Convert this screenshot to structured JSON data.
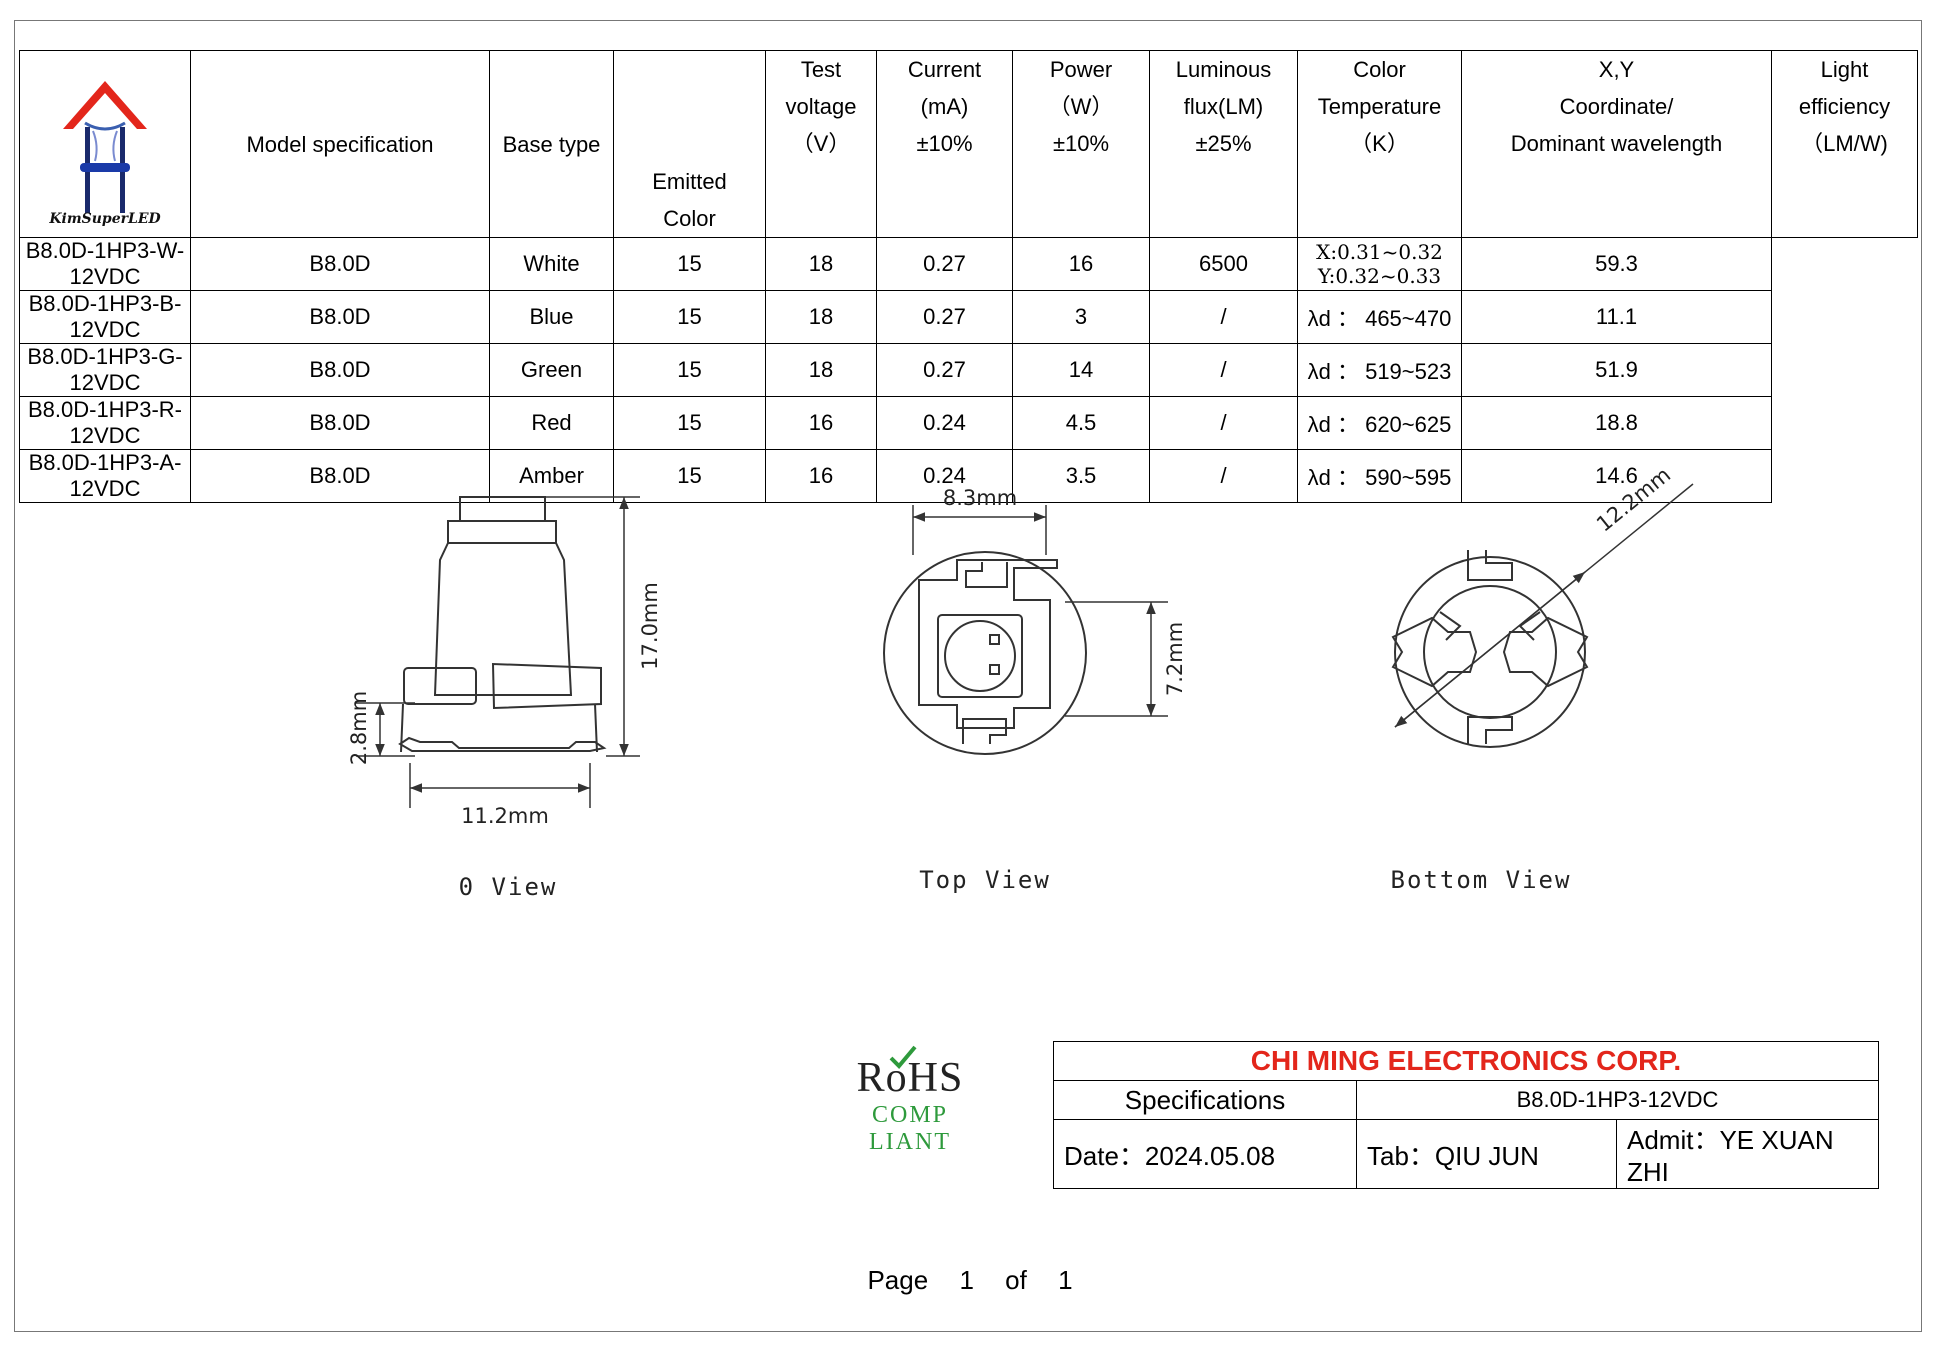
{
  "logo": {
    "brand": "KimSuperLED"
  },
  "spec_table": {
    "headers": {
      "model": "Model specification",
      "base": "Base type",
      "emitted": [
        "Emitted",
        "Color"
      ],
      "voltage": [
        "Test",
        "voltage",
        "（V）"
      ],
      "current": [
        "Current",
        "(mA)",
        "±10%"
      ],
      "power": [
        "Power",
        "（W）",
        "±10%"
      ],
      "flux": [
        "Luminous",
        "flux(LM)",
        "±25%"
      ],
      "temp": [
        "Color",
        "Temperature",
        "（K）"
      ],
      "xy": [
        "X,Y",
        "Coordinate/",
        "Dominant wavelength"
      ],
      "efficiency": [
        "Light",
        "efficiency",
        "（LM/W)"
      ]
    },
    "rows": [
      {
        "model": "B8.0D-1HP3-W-12VDC",
        "base": "B8.0D",
        "color": "White",
        "voltage": "15",
        "current": "18",
        "power": "0.27",
        "flux": "16",
        "temp": "6500",
        "xy": "X:0.31~0.32 Y:0.32~0.33",
        "efficiency": "59.3"
      },
      {
        "model": "B8.0D-1HP3-B-12VDC",
        "base": "B8.0D",
        "color": "Blue",
        "voltage": "15",
        "current": "18",
        "power": "0.27",
        "flux": "3",
        "temp": "/",
        "xy": "λd ： 465~470",
        "efficiency": "11.1"
      },
      {
        "model": "B8.0D-1HP3-G-12VDC",
        "base": "B8.0D",
        "color": "Green",
        "voltage": "15",
        "current": "18",
        "power": "0.27",
        "flux": "14",
        "temp": "/",
        "xy": "λd ： 519~523",
        "efficiency": "51.9"
      },
      {
        "model": "B8.0D-1HP3-R-12VDC",
        "base": "B8.0D",
        "color": "Red",
        "voltage": "15",
        "current": "16",
        "power": "0.24",
        "flux": "4.5",
        "temp": "/",
        "xy": "λd ： 620~625",
        "efficiency": "18.8"
      },
      {
        "model": "B8.0D-1HP3-A-12VDC",
        "base": "B8.0D",
        "color": "Amber",
        "voltage": "15",
        "current": "16",
        "power": "0.24",
        "flux": "3.5",
        "temp": "/",
        "xy": "λd ： 590~595",
        "efficiency": "14.6"
      }
    ]
  },
  "drawings": {
    "side": {
      "caption": "0 View",
      "height_dim": "17.0mm",
      "pin_dim": "2.8mm",
      "width_dim": "11.2mm"
    },
    "top": {
      "caption": "Top View",
      "width_dim": "8.3mm",
      "height_dim": "7.2mm"
    },
    "bottom": {
      "caption": "Bottom View",
      "diameter_dim": "12.2mm"
    }
  },
  "rohs": {
    "word": "RoHS",
    "sub": "COMP LIANT"
  },
  "title_block": {
    "company": "CHI MING ELECTRONICS CORP.",
    "spec_label": "Specifications",
    "spec_value": "B8.0D-1HP3-12VDC",
    "date": "Date：2024.05.08",
    "tab": "Tab：QIU JUN",
    "admit": "Admit：YE XUAN ZHI"
  },
  "footer": {
    "page_label": "Page",
    "page": "1",
    "of_label": "of",
    "total": "1"
  }
}
